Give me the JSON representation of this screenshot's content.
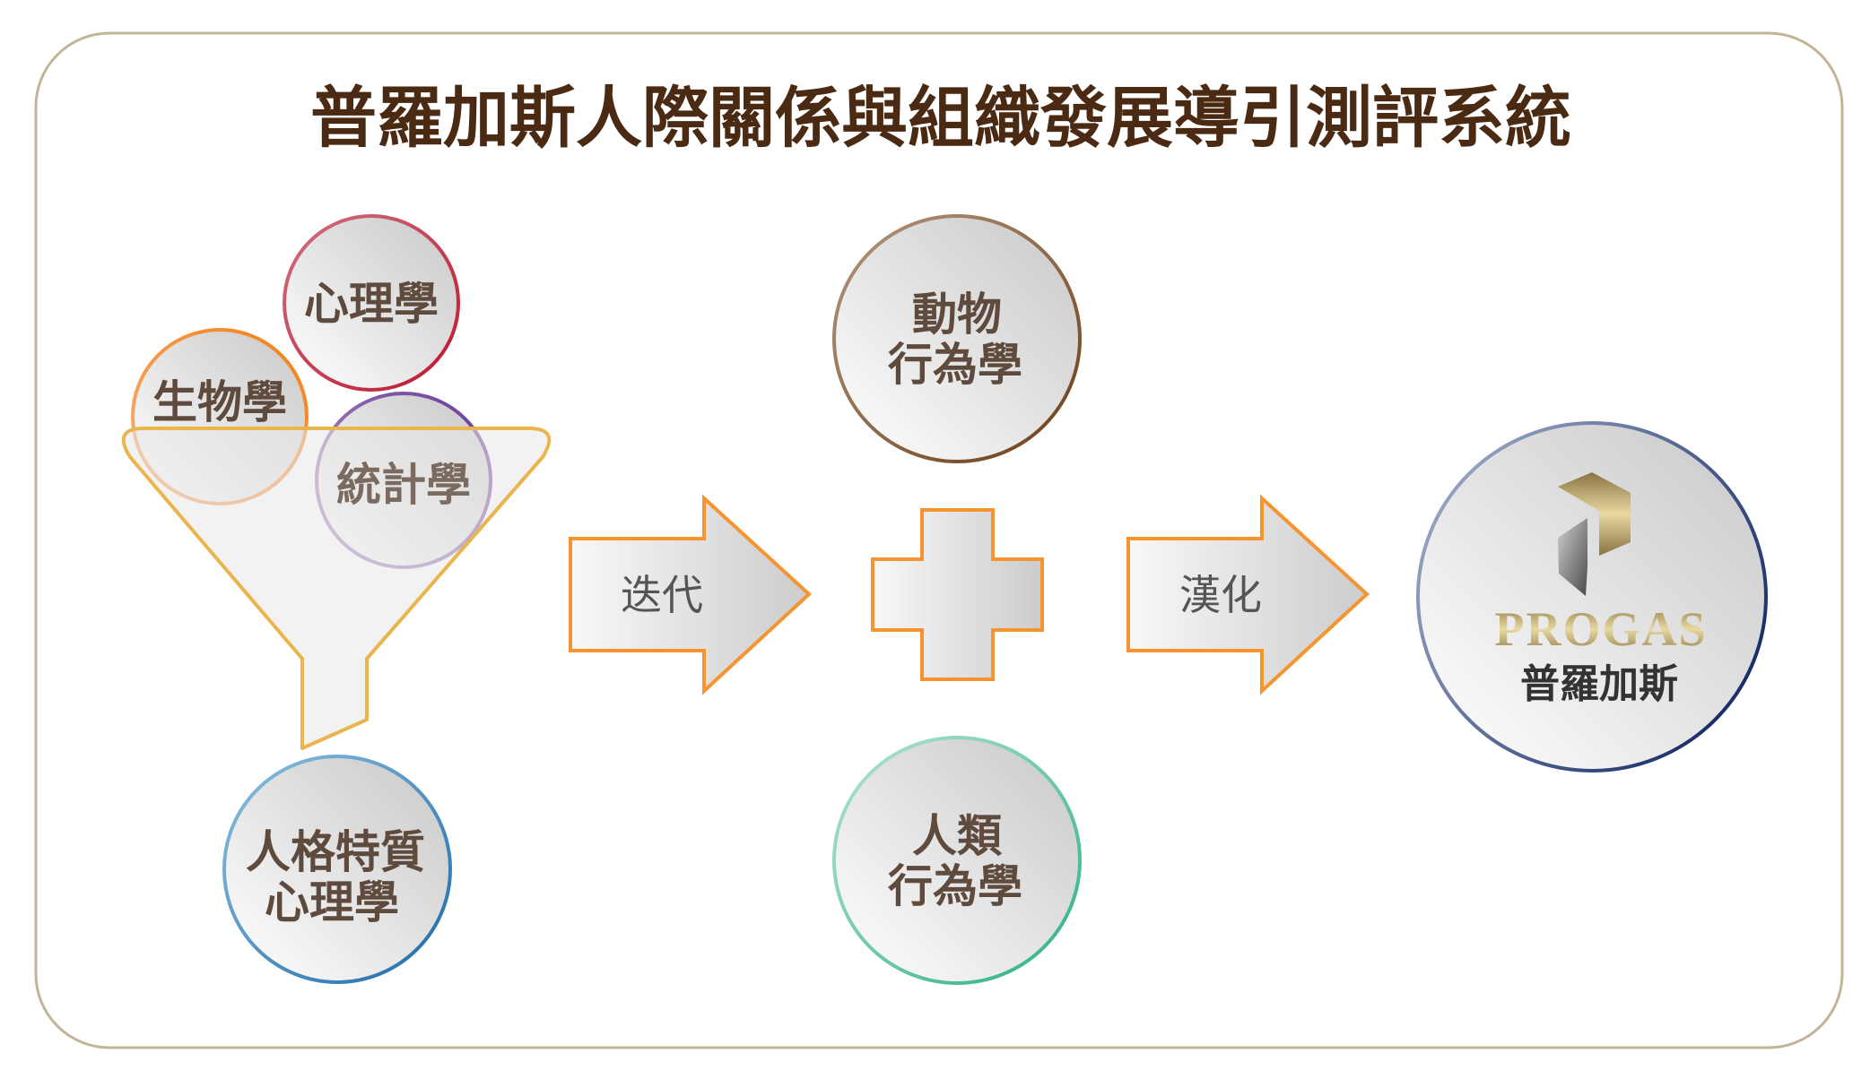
{
  "title": "普羅加斯人際關係與組織發展導引測評系統",
  "inputs": {
    "psychology": "心理學",
    "biology": "生物學",
    "statistics": "統計學",
    "personality_line1": "人格特質",
    "personality_line2": "心理學"
  },
  "step1_label": "迭代",
  "components": {
    "animal_line1": "動物",
    "animal_line2": "行為學",
    "human_line1": "人類",
    "human_line2": "行為學"
  },
  "step2_label": "漢化",
  "result": {
    "brand_en": "PROGAS",
    "brand_cn": "普羅加斯"
  },
  "colors": {
    "frame": "#c2b597",
    "arrow_stroke": "#f7942f",
    "psychology": "#c0142e",
    "biology": "#f77f12",
    "statistics": "#6a3a98",
    "funnel": "#e9b54c",
    "personality": "#1f74ad",
    "animal": "#6b3e17",
    "human": "#2ab282",
    "result": "#1b2f6b"
  }
}
